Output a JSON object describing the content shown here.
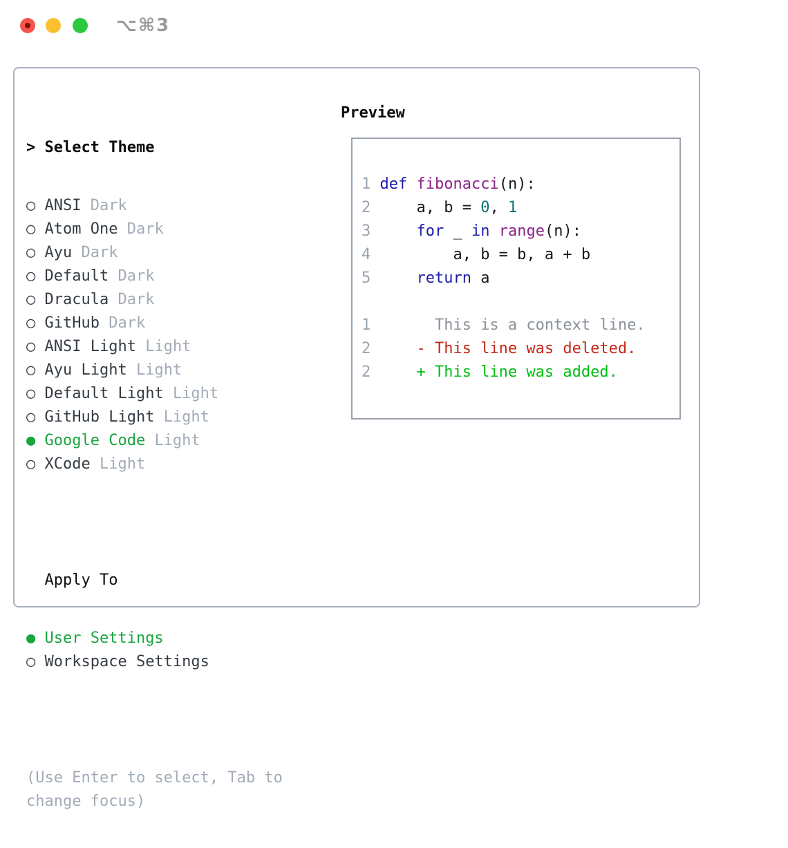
{
  "window": {
    "title": "⌥⌘3"
  },
  "colors": {
    "window_bg": "#ffffff",
    "titlebar_title": "#9b9b9b",
    "traffic_red": "#f7544c",
    "traffic_red_dot": "#7d1007",
    "traffic_yellow": "#fcbf2f",
    "traffic_green": "#2bc840",
    "panel_border": "#a9b1bb",
    "preview_border": "#9aa2ae",
    "heading": "#0d0d0d",
    "item_text": "#343b43",
    "variant_text": "#a2abb7",
    "selected_green": "#17a53c",
    "help_text": "#a2abb7",
    "line_number": "#9aa4b0",
    "code_plain": "#16181c",
    "code_keyword": "#1c1ca8",
    "code_function": "#8d2489",
    "code_number": "#0f7173",
    "diff_context": "#8a919b",
    "diff_deleted": "#c5291a",
    "diff_added": "#00bd13"
  },
  "icons": {
    "radio_selected": "●",
    "radio_unselected": "○"
  },
  "theme_list": {
    "prompt": ">",
    "header": "Select Theme",
    "items": [
      {
        "name": "ANSI",
        "variant": "Dark",
        "selected": false
      },
      {
        "name": "Atom One",
        "variant": "Dark",
        "selected": false
      },
      {
        "name": "Ayu",
        "variant": "Dark",
        "selected": false
      },
      {
        "name": "Default",
        "variant": "Dark",
        "selected": false
      },
      {
        "name": "Dracula",
        "variant": "Dark",
        "selected": false
      },
      {
        "name": "GitHub",
        "variant": "Dark",
        "selected": false
      },
      {
        "name": "ANSI Light",
        "variant": "Light",
        "selected": false
      },
      {
        "name": "Ayu Light",
        "variant": "Light",
        "selected": false
      },
      {
        "name": "Default Light",
        "variant": "Light",
        "selected": false
      },
      {
        "name": "GitHub Light",
        "variant": "Light",
        "selected": false
      },
      {
        "name": "Google Code",
        "variant": "Light",
        "selected": true
      },
      {
        "name": "XCode",
        "variant": "Light",
        "selected": false
      }
    ]
  },
  "apply_to": {
    "header": "Apply To",
    "options": [
      {
        "label": "User Settings",
        "selected": true
      },
      {
        "label": "Workspace Settings",
        "selected": false
      }
    ]
  },
  "help_lines": [
    "(Use Enter to select, Tab to",
    "change focus)"
  ],
  "preview": {
    "title": "Preview",
    "lines": [
      {
        "num": "1",
        "tokens": [
          {
            "t": " "
          },
          {
            "t": "def",
            "c": "keyword"
          },
          {
            "t": " "
          },
          {
            "t": "fibonacci",
            "c": "function"
          },
          {
            "t": "(n):"
          }
        ]
      },
      {
        "num": "2",
        "tokens": [
          {
            "t": "     a, b = "
          },
          {
            "t": "0",
            "c": "number"
          },
          {
            "t": ", "
          },
          {
            "t": "1",
            "c": "number"
          }
        ]
      },
      {
        "num": "3",
        "tokens": [
          {
            "t": "     "
          },
          {
            "t": "for",
            "c": "keyword"
          },
          {
            "t": " _ "
          },
          {
            "t": "in",
            "c": "keyword"
          },
          {
            "t": " "
          },
          {
            "t": "range",
            "c": "function"
          },
          {
            "t": "(n):"
          }
        ]
      },
      {
        "num": "4",
        "tokens": [
          {
            "t": "         a, b = b, a + b"
          }
        ]
      },
      {
        "num": "5",
        "tokens": [
          {
            "t": "     "
          },
          {
            "t": "return",
            "c": "keyword"
          },
          {
            "t": " a"
          }
        ]
      },
      {
        "blank": true
      },
      {
        "num": "1",
        "tokens": [
          {
            "t": "       This is a context line.",
            "c": "context"
          }
        ]
      },
      {
        "num": "2",
        "tokens": [
          {
            "t": "     - This line was deleted.",
            "c": "deleted"
          }
        ]
      },
      {
        "num": "2",
        "tokens": [
          {
            "t": "     + This line was added.",
            "c": "added"
          }
        ]
      }
    ]
  }
}
